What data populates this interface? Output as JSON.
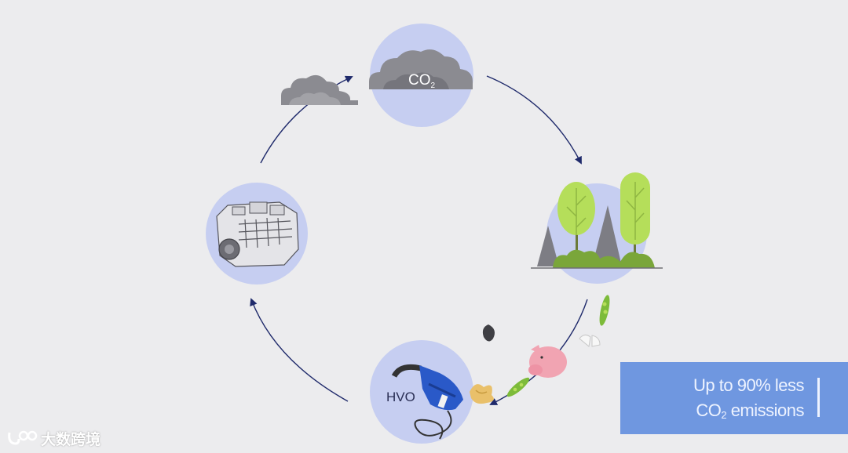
{
  "nodes": {
    "co2": {
      "label": "CO",
      "sub": "2"
    },
    "fuel": {
      "label": "HVO"
    }
  },
  "callout": {
    "line1": "Up to 90% less",
    "line2_main": "CO",
    "line2_sub": "2",
    "line2_rest": " emissions"
  },
  "watermark": {
    "text": "大数跨境"
  },
  "colors": {
    "background": "#ececee",
    "circle_fill": "#c6cef1",
    "arrow": "#1f2a6b",
    "callout": "#6f97e0",
    "pump_blue": "#2a59c8",
    "tree_green": "#b5de5a",
    "tree_dark": "#7aa63a",
    "peak_gray": "#7d7d84",
    "cloud_gray": "#8b8b91"
  }
}
